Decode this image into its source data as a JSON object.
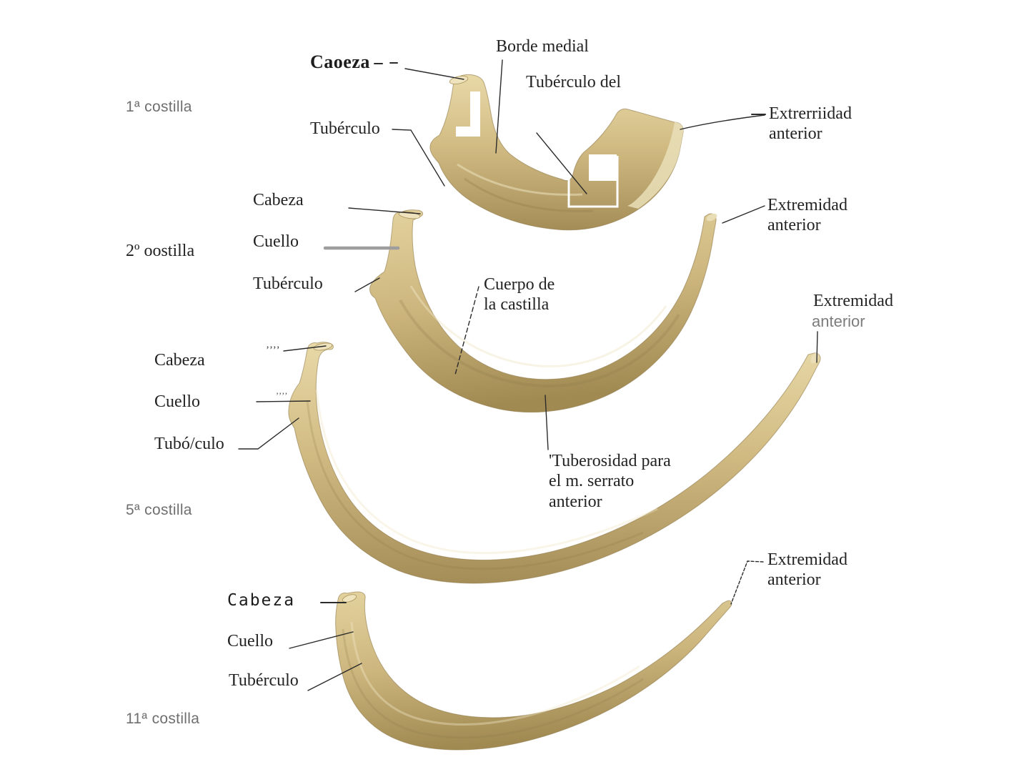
{
  "figure": {
    "description": "Anatomical plate of four ribs (costillas) with Spanish labels",
    "colors": {
      "background": "#ffffff",
      "bone_light": "#e6d6a4",
      "bone_mid": "#d2bc84",
      "bone_dark": "#a58d57",
      "bone_outline": "#8f7a49",
      "leader_line": "#2b2b2b",
      "gray_leader": "#9e9e9e",
      "text": "#232323",
      "muted_text": "#6f6f6f"
    }
  },
  "annotations": {
    "rib1_row_label": "1ª costilla",
    "caoeza": "Caoeza",
    "borde_medial": "Borde medial",
    "tuberculo_del": "Tubérculo del",
    "rib1_tuberculo": "Tubérculo",
    "rib1_extremidad": "Extrerriidad\nanterior",
    "rib2_row_label": "2º oostilla",
    "rib2_cabeza": "Cabeza",
    "rib2_cuello": "Cuello",
    "rib2_tuberculo": "Tubérculo",
    "cuerpo": "Cuerpo de\nla castilla",
    "rib2_extremidad": "Extremidad\nanterior",
    "rib5_cabeza": "Cabeza",
    "rib5_cuello": "Cuello",
    "rib5_tuberculo": "Tubó/culo",
    "rib5_row_label": "5ª costilla",
    "tuberosidad": "'Tuberosidad para\nel m. serrato\nanterior",
    "rib5_extremidad_line1": "Extremidad",
    "rib5_extremidad_line2": "anterior",
    "rib11_cabeza": "Cabeza",
    "rib11_cuello": "Cuello",
    "rib11_tuberculo": "Tubérculo",
    "rib11_row_label": "11ª costilla",
    "rib11_extremidad": "Extremidad\nanterior",
    "tick_marks_cabeza": "’’’’",
    "tick_marks_cuello": "’’’’"
  }
}
